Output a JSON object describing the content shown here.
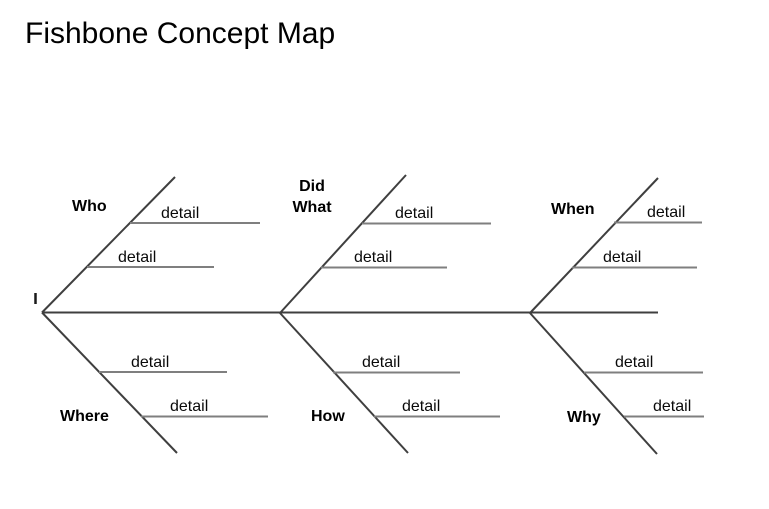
{
  "page": {
    "title": "Fishbone Concept Map",
    "background_color": "#ffffff"
  },
  "diagram": {
    "type": "fishbone-concept-map",
    "bone_color": "#3f3f3f",
    "detail_rule_color": "#7f7f7f",
    "text_color": "#000000",
    "branches": [
      {
        "label": "Who",
        "position": "top-left",
        "details": [
          "detail",
          "detail"
        ]
      },
      {
        "label": "Did What",
        "position": "top-center",
        "details": [
          "detail",
          "detail"
        ]
      },
      {
        "label": "When",
        "position": "top-right",
        "details": [
          "detail",
          "detail"
        ]
      },
      {
        "label": "Where",
        "position": "bottom-left",
        "details": [
          "detail",
          "detail"
        ]
      },
      {
        "label": "How",
        "position": "bottom-center",
        "details": [
          "detail",
          "detail"
        ]
      },
      {
        "label": "Why",
        "position": "bottom-right",
        "details": [
          "detail",
          "detail"
        ]
      }
    ]
  }
}
